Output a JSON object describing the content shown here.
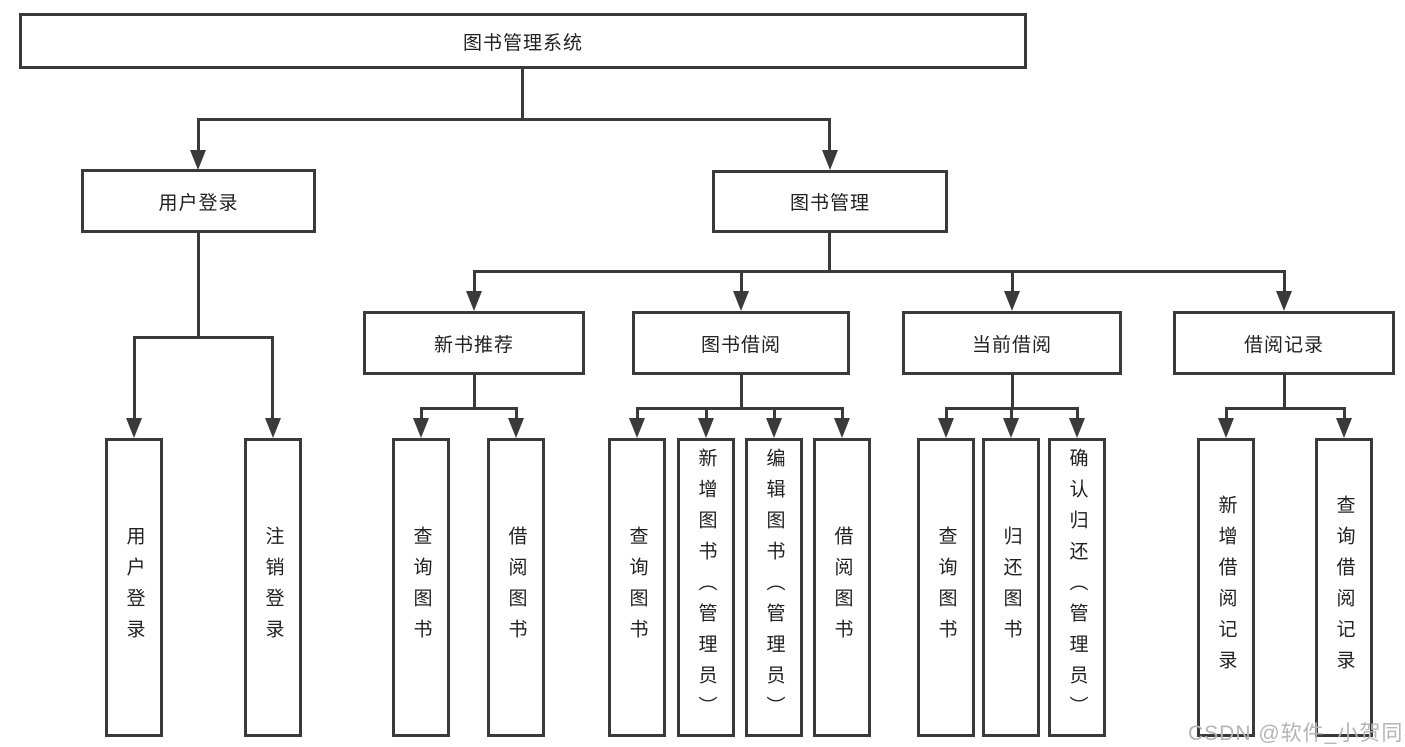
{
  "colors": {
    "line": "#3a3a3a",
    "text": "#212121",
    "box_bg": "#ffffff",
    "watermark": "#b5b5b5",
    "background": "#ffffff"
  },
  "tree": {
    "root": {
      "label": "图书管理系统"
    },
    "branches": [
      {
        "label": "用户登录",
        "children": [
          "用户登录",
          "注销登录"
        ]
      },
      {
        "label": "图书管理",
        "children": [
          {
            "label": "新书推荐",
            "children": [
              "查询图书",
              "借阅图书"
            ]
          },
          {
            "label": "图书借阅",
            "children": [
              "查询图书",
              "新增图书（管理员）",
              "编辑图书（管理员）",
              "借阅图书"
            ]
          },
          {
            "label": "当前借阅",
            "children": [
              "查询图书",
              "归还图书",
              "确认归还（管理员）"
            ]
          },
          {
            "label": "借阅记录",
            "children": [
              "新增借阅记录",
              "查询借阅记录"
            ]
          }
        ]
      }
    ]
  },
  "watermark": "CSDN @软件_小贺同学"
}
